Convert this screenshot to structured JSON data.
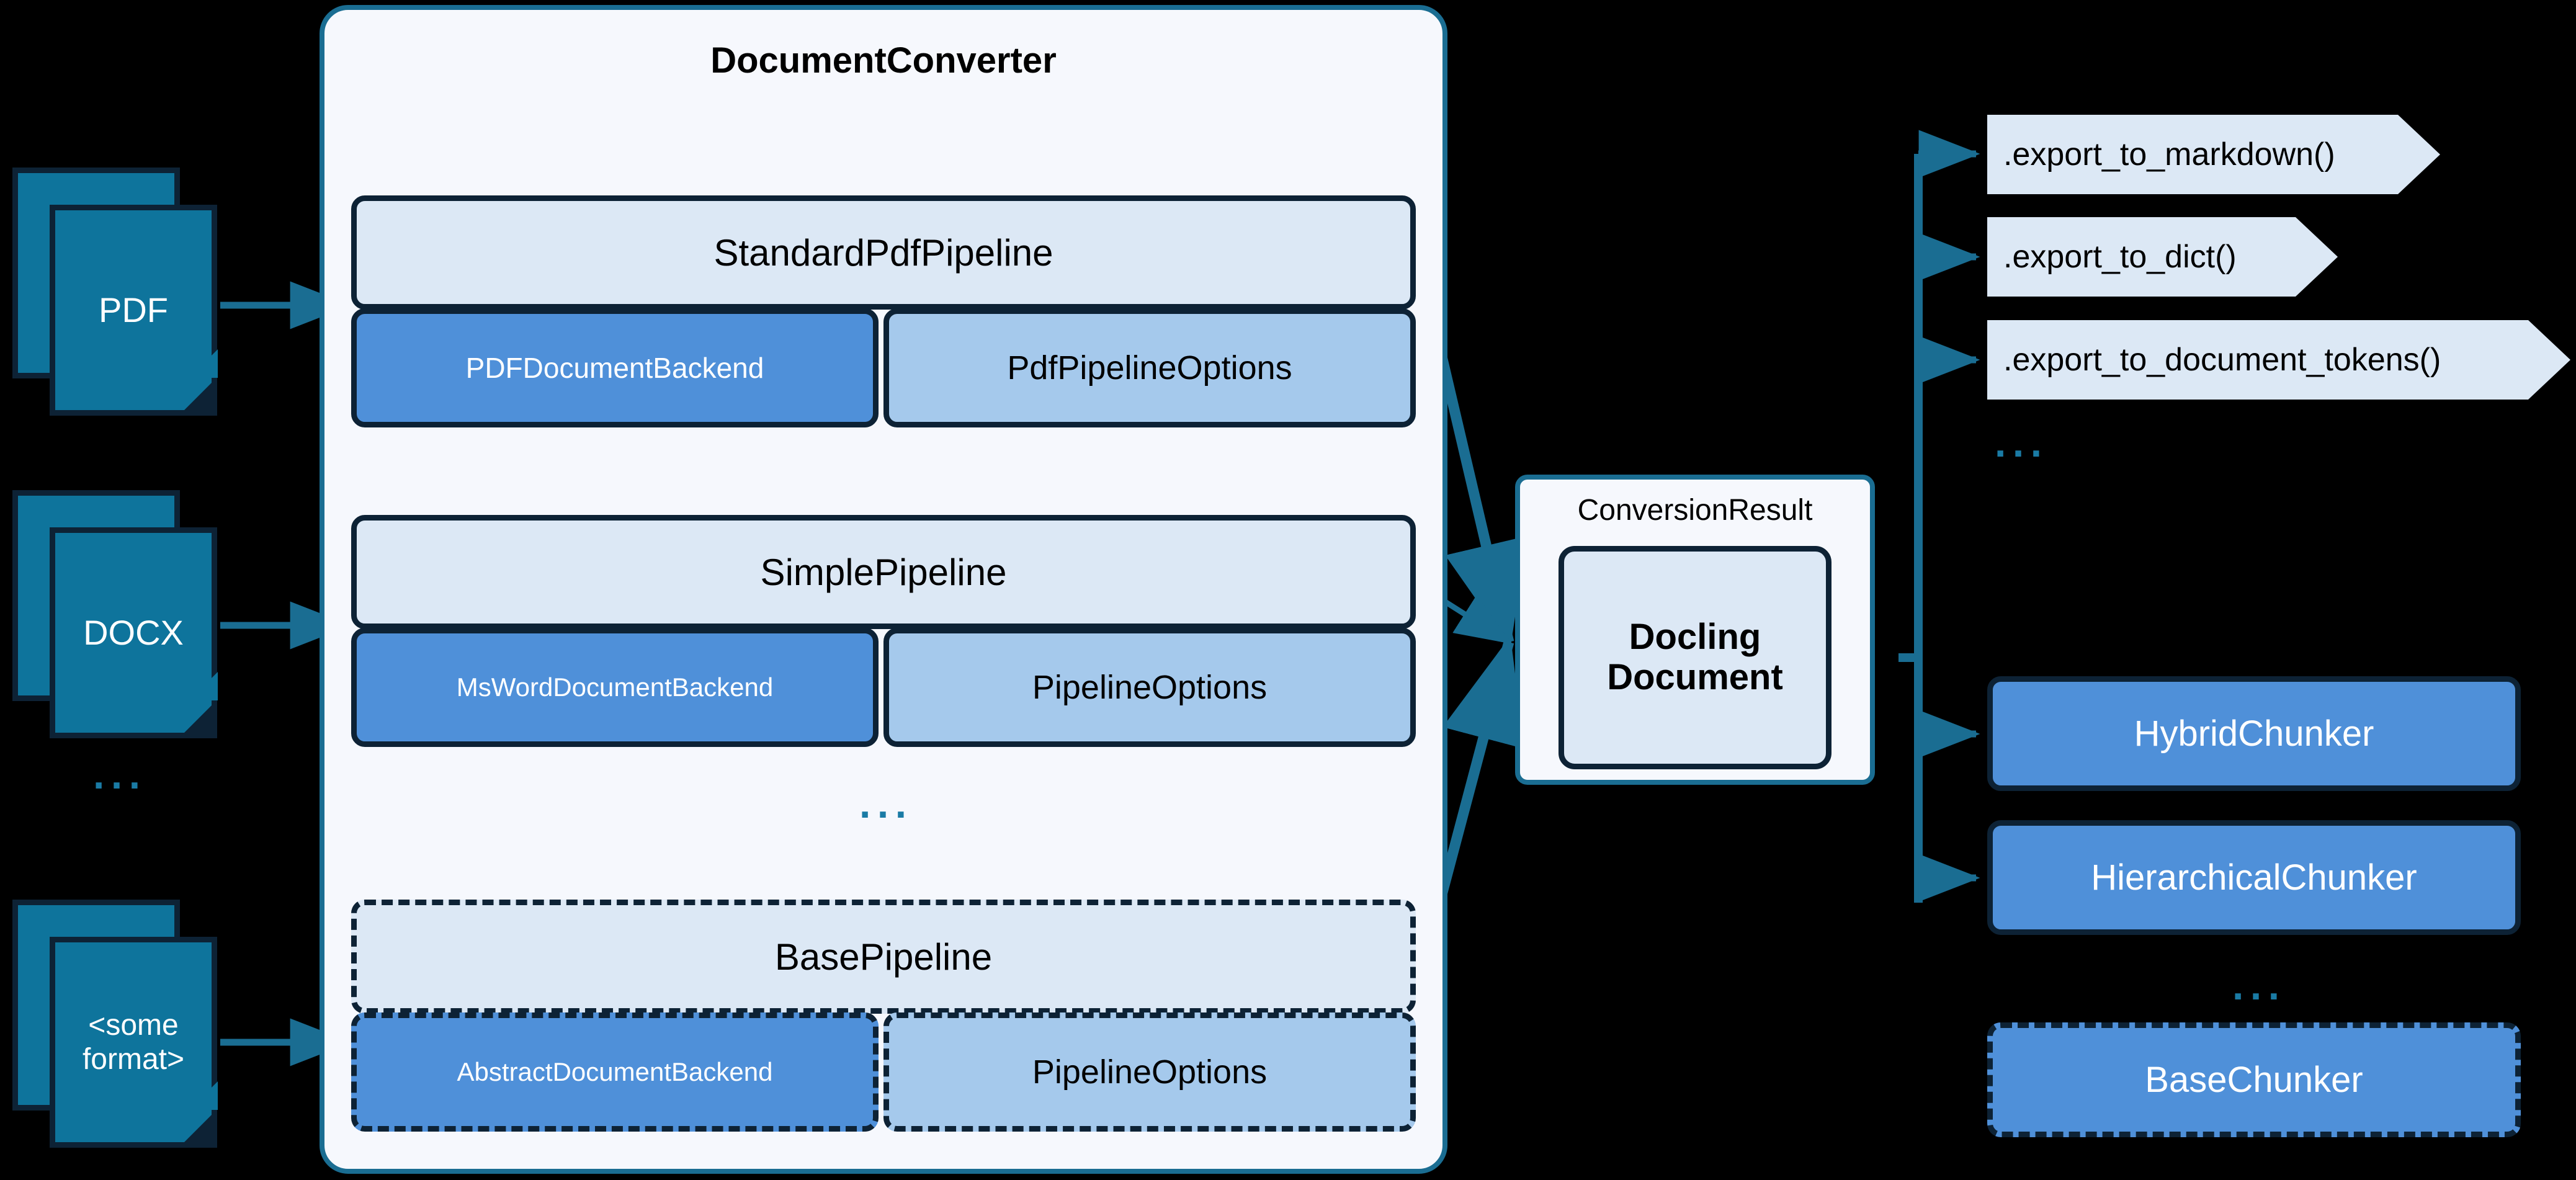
{
  "converter": {
    "title": "DocumentConverter",
    "rows": [
      {
        "pipeline": "StandardPdfPipeline",
        "backend": "PDFDocumentBackend",
        "options": "PdfPipelineOptions",
        "dashed": false
      },
      {
        "pipeline": "SimplePipeline",
        "backend": "MsWordDocumentBackend",
        "options": "PipelineOptions",
        "dashed": false
      },
      {
        "pipeline": "BasePipeline",
        "backend": "AbstractDocumentBackend",
        "options": "PipelineOptions",
        "dashed": true
      }
    ],
    "ellipsis": "..."
  },
  "inputs": {
    "items": [
      {
        "label": "PDF"
      },
      {
        "label": "DOCX"
      },
      {
        "label": "<some\nformat>"
      }
    ],
    "ellipsis": "..."
  },
  "result": {
    "label": "ConversionResult",
    "document": "Docling\nDocument"
  },
  "exports": {
    "items": [
      {
        "label": ".export_to_markdown()"
      },
      {
        "label": ".export_to_dict()"
      },
      {
        "label": ".export_to_document_tokens()"
      }
    ],
    "ellipsis": "..."
  },
  "chunkers": {
    "items": [
      {
        "label": "HybridChunker",
        "dashed": false
      },
      {
        "label": "HierarchicalChunker",
        "dashed": false
      },
      {
        "label": "BaseChunker",
        "dashed": true
      }
    ],
    "ellipsis": "..."
  },
  "colors": {
    "background": "#000000",
    "doc_icon_fill": "#0e749c",
    "outline_dark": "#0d2235",
    "container_border": "#1a6d92",
    "container_fill": "#f6f8fd",
    "pipeline_fill": "#dce8f5",
    "backend_fill": "#4f90d9",
    "options_fill": "#a5c9ec",
    "arrow_teal": "#1a6d92",
    "ellipsis_teal": "#1a7ba5"
  }
}
